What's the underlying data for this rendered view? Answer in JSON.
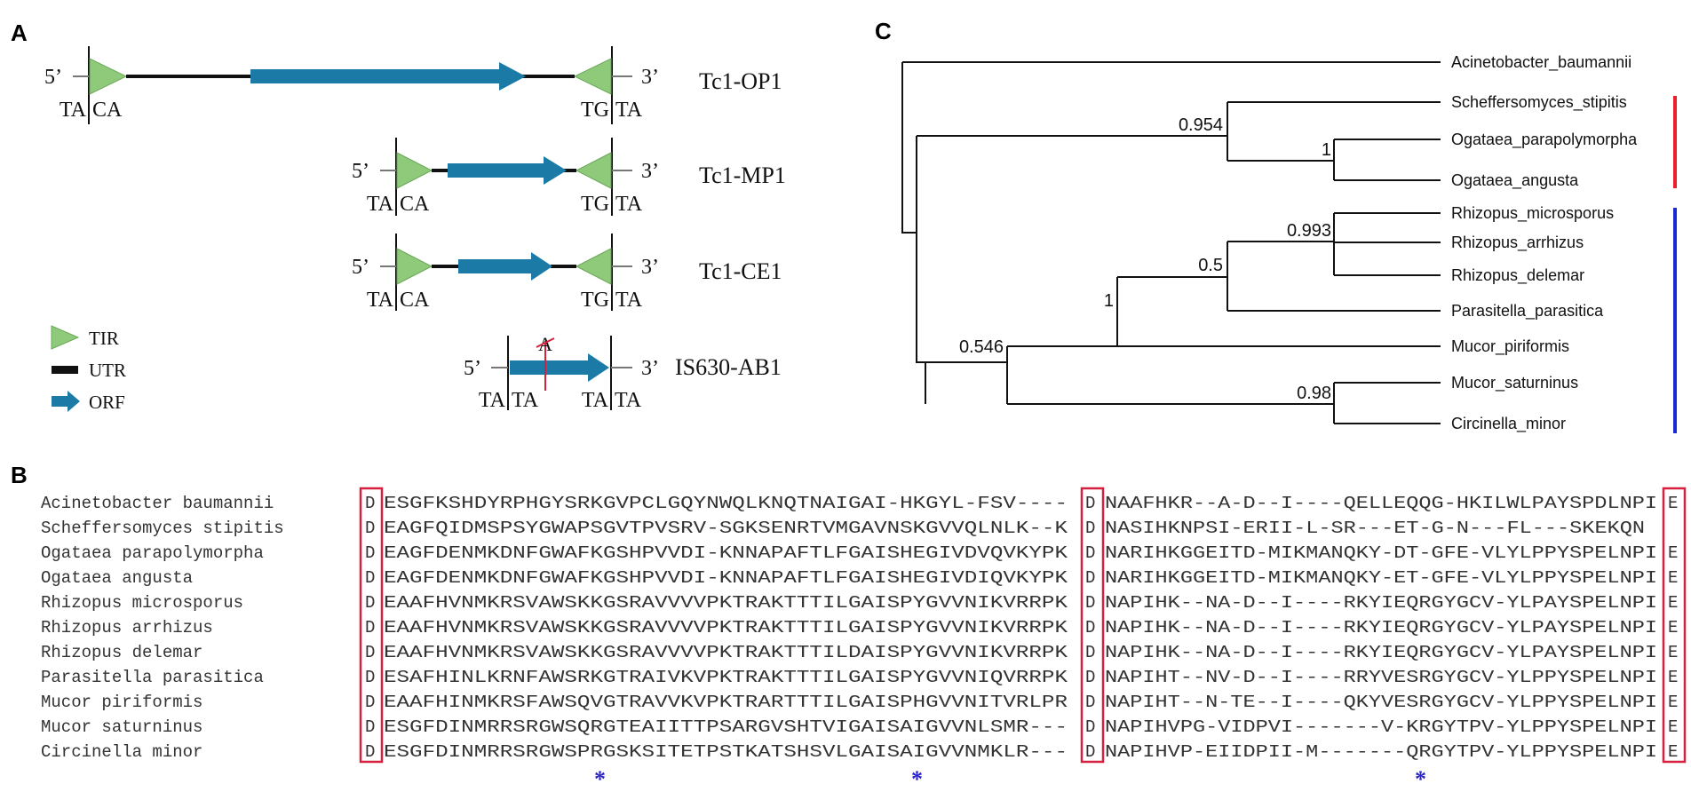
{
  "panels": {
    "a": "A",
    "b": "B",
    "c": "C"
  },
  "colors": {
    "tir": "#8fc97a",
    "tir_stroke": "#6aa85a",
    "orf": "#1b7aa6",
    "utr": "#111111",
    "box": "#d3213f",
    "star": "#2a22c8",
    "clade_red": "#e8202a",
    "clade_blue": "#1a2ad2"
  },
  "transposons": [
    {
      "name": "Tc1-OP1",
      "five": "5’",
      "three": "3’",
      "left_site": [
        "TA",
        "CA"
      ],
      "right_site": [
        "TG",
        "TA"
      ]
    },
    {
      "name": "Tc1-MP1",
      "five": "5’",
      "three": "3’",
      "left_site": [
        "TA",
        "CA"
      ],
      "right_site": [
        "TG",
        "TA"
      ]
    },
    {
      "name": "Tc1-CE1",
      "five": "5’",
      "three": "3’",
      "left_site": [
        "TA",
        "CA"
      ],
      "right_site": [
        "TG",
        "TA"
      ]
    },
    {
      "name": "IS630-AB1",
      "five": "5’",
      "three": "3’",
      "left_site": [
        "TA",
        "TA"
      ],
      "right_site": [
        "TA",
        "TA"
      ],
      "mark": "A"
    }
  ],
  "legend": [
    {
      "label": "TIR",
      "icon": "triangle-icon"
    },
    {
      "label": "UTR",
      "icon": "bar-icon"
    },
    {
      "label": "ORF",
      "icon": "arrow-icon"
    }
  ],
  "alignment": {
    "species": [
      "Acinetobacter baumannii",
      "Scheffersomyces stipitis",
      "Ogataea parapolymorpha",
      "Ogataea angusta",
      "Rhizopus microsporus",
      "Rhizopus arrhizus",
      "Rhizopus delemar",
      "Parasitella parasitica",
      "Mucor piriformis",
      "Mucor saturninus",
      "Circinella minor"
    ],
    "d1": [
      "D",
      "D",
      "D",
      "D",
      "D",
      "D",
      "D",
      "D",
      "D",
      "D",
      "D"
    ],
    "seg1": [
      "ESGFKSHDYRPHGYSRKGVPCLGQYNWQLKNQTNAIGAI-HKGYL-FSV----",
      "EAGFQIDMSPSYGWAPSGVTPVSRV-SGKSENRTVMGAVNSKGVVQLNLK--K",
      "EAGFDENMKDNFGWAFKGSHPVVDI-KNNAPAFTLFGAISHEGIVDVQVKYPK",
      "EAGFDENMKDNFGWAFKGSHPVVDI-KNNAPAFTLFGAISHEGIVDIQVKYPK",
      "EAAFHVNMKRSVAWSKKGSRAVVVVPKTRAKTTTILGAISPYGVVNIKVRRPK",
      "EAAFHVNMKRSVAWSKKGSRAVVVVPKTRAKTTTILGAISPYGVVNIKVRRPK",
      "EAAFHVNMKRSVAWSKKGSRAVVVVPKTRAKTTTILDAISPYGVVNIKVRRPK",
      "ESAFHINLKRNFAWSRKGTRAIVKVPKTRAKTTTILGAISPYGVVNIQVRRPK",
      "EAAFHINMKRSFAWSQVGTRAVVKVPKTRARTTTILGAISPHGVVNITVRLPR",
      "ESGFDINMRRSRGWSQRGTEAIITTPSARGVSHTVIGAISAIGVVNLSMR---",
      "ESGFDINMRRSRGWSPRGSKSITETPSTKATSHSVLGAISAIGVVNMKLR---"
    ],
    "d2": [
      "D",
      "D",
      "D",
      "D",
      "D",
      "D",
      "D",
      "D",
      "D",
      "D",
      "D"
    ],
    "seg2": [
      "NAAFHKR--A-D--I----QELLEQQG-HKILWLPAYSPDLNPI",
      "NASIHKNPSI-ERII-L-SR---ET-G-N---FL---SKEKQN",
      "NARIHKGGEITD-MIKMANQKY-DT-GFE-VLYLPPYSPELNPI",
      "NARIHKGGEITD-MIKMANQKY-ET-GFE-VLYLPPYSPELNPI",
      "NAPIHK--NA-D--I----RKYIEQRGYGCV-YLPAYSPELNPI",
      "NAPIHK--NA-D--I----RKYIEQRGYGCV-YLPAYSPELNPI",
      "NAPIHK--NA-D--I----RKYIEQRGYGCV-YLPAYSPELNPI",
      "NAPIHT--NV-D--I----RRYVESRGYGCV-YLPPYSPELNPI",
      "NAPIHT--N-TE--I----QKYVESRGYGCV-YLPPYSPELNPI",
      "NAPIHVPG-VIDPVI-------V-KRGYTPV-YLPPYSPELNPI",
      "NAPIHVP-EIIDPII-M-------QRGYTPV-YLPPYSPELNPI"
    ],
    "e": [
      "E",
      "",
      "E",
      "E",
      "E",
      "E",
      "E",
      "E",
      "E",
      "E",
      "E"
    ],
    "stars": [
      "*",
      "*",
      "*"
    ]
  },
  "tree": {
    "taxa": [
      "Acinetobacter_baumannii",
      "Scheffersomyces_stipitis",
      "Ogataea_parapolymorpha",
      "Ogataea_angusta",
      "Rhizopus_microsporus",
      "Rhizopus_arrhizus",
      "Rhizopus_delemar",
      "Parasitella_parasitica",
      "Mucor_piriformis",
      "Mucor_saturninus",
      "Circinella_minor"
    ],
    "supports": [
      "0.954",
      "1",
      "0.993",
      "0.5",
      "1",
      "0.546",
      "0.98"
    ]
  }
}
